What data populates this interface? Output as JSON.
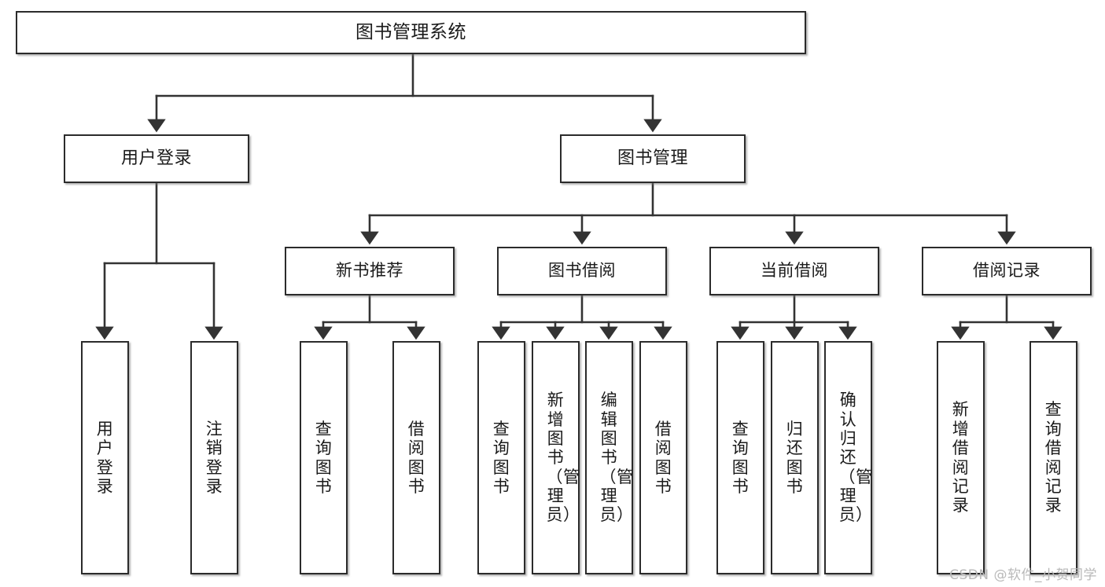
{
  "diagram": {
    "type": "tree",
    "title": "图书管理系统",
    "root": {
      "label": "图书管理系统"
    },
    "level1": [
      {
        "label": "用户登录"
      },
      {
        "label": "图书管理"
      }
    ],
    "level2": [
      {
        "label": "新书推荐"
      },
      {
        "label": "图书借阅"
      },
      {
        "label": "当前借阅"
      },
      {
        "label": "借阅记录"
      }
    ],
    "leaves": [
      {
        "label": "用户登录"
      },
      {
        "label": "注销登录"
      },
      {
        "label": "查询图书"
      },
      {
        "label": "借阅图书"
      },
      {
        "label": "查询图书"
      },
      {
        "label": "新增图书（管理员）"
      },
      {
        "label": "编辑图书（管理员）"
      },
      {
        "label": "借阅图书"
      },
      {
        "label": "查询图书"
      },
      {
        "label": "归还图书"
      },
      {
        "label": "确认归还（管理员）"
      },
      {
        "label": "新增借阅记录"
      },
      {
        "label": "查询借阅记录"
      }
    ]
  },
  "watermark": {
    "text": "CSDN @软件_小贺同学"
  },
  "colors": {
    "border": "#2b2b2b",
    "background": "#ffffff",
    "text": "#1a1a1a",
    "connector": "#333333",
    "watermark": "#b9b9b9"
  }
}
